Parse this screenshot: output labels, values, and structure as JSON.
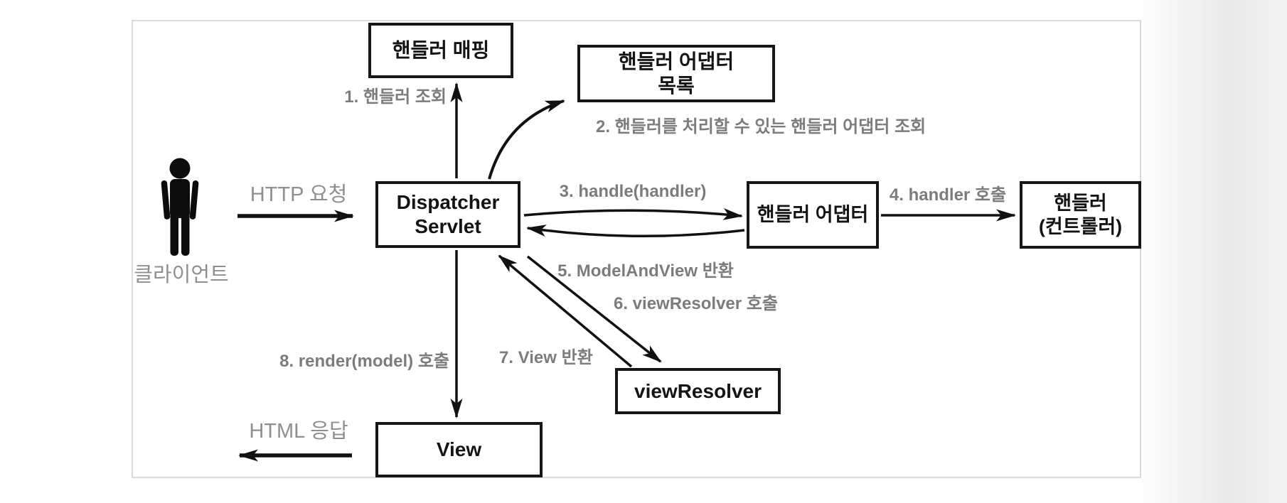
{
  "boxes": {
    "handler_mapping": "핸들러 매핑",
    "handler_adapter_list_line1": "핸들러 어댑터",
    "handler_adapter_list_line2": "목록",
    "dispatcher_line1": "Dispatcher",
    "dispatcher_line2": "Servlet",
    "handler_adapter": "핸들러 어댑터",
    "handler_controller_line1": "핸들러",
    "handler_controller_line2": "(컨트롤러)",
    "view_resolver": "viewResolver",
    "view": "View"
  },
  "steps": {
    "step1": "1. 핸들러 조회",
    "step2": "2. 핸들러를 처리할 수 있는 핸들러 어댑터 조회",
    "step3": "3. handle(handler)",
    "step4": "4. handler 호출",
    "step5": "5. ModelAndView 반환",
    "step6": "6. viewResolver 호출",
    "step7": "7. View 반환",
    "step8": "8. render(model) 호출"
  },
  "client": {
    "label": "클라이언트",
    "http_request": "HTTP 요청",
    "html_response": "HTML 응답"
  },
  "colors": {
    "box_border": "#161616",
    "arrow": "#111111",
    "step_label_gray": "#7c7c7c",
    "flow_label_gray": "#8f8f8f",
    "frame_border": "#d9d9d9"
  }
}
